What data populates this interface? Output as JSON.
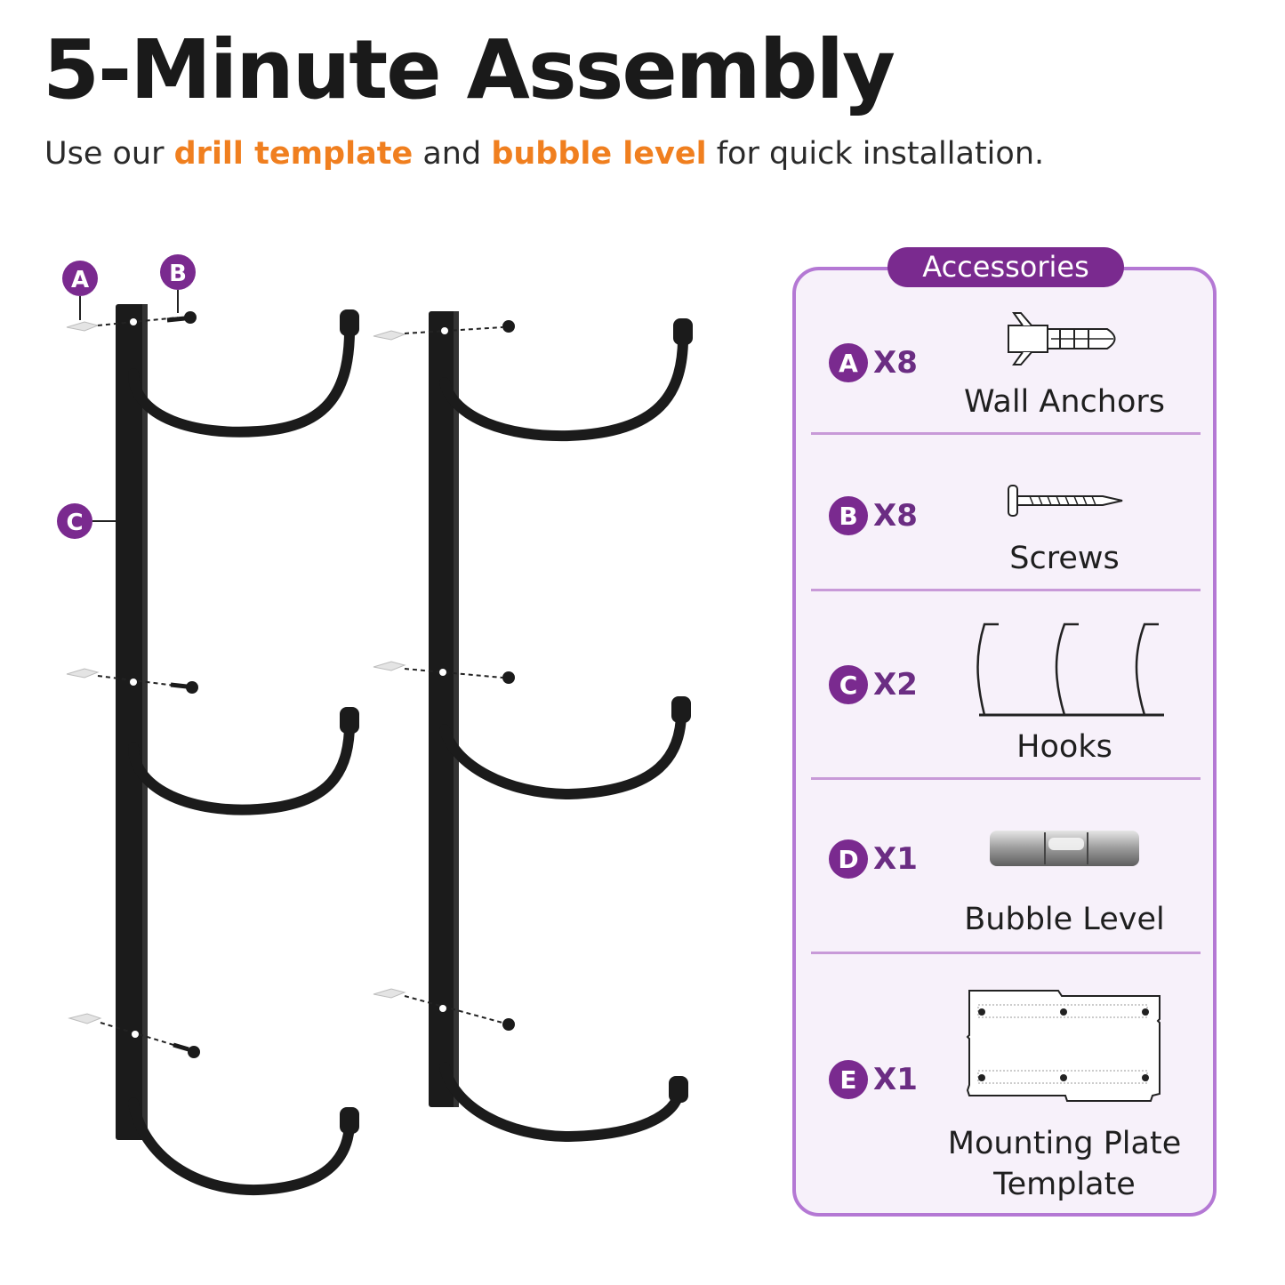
{
  "header": {
    "title": "5-Minute Assembly",
    "subtitle_pre": "Use our ",
    "subtitle_hl1": "drill template",
    "subtitle_mid": " and ",
    "subtitle_hl2": "bubble level",
    "subtitle_post": " for quick installation."
  },
  "diagram": {
    "callouts": [
      "A",
      "B",
      "C"
    ]
  },
  "accessories": {
    "title": "Accessories",
    "items": [
      {
        "letter": "A",
        "qty": "X8",
        "label": "Wall Anchors",
        "icon": "wall-anchor-icon"
      },
      {
        "letter": "B",
        "qty": "X8",
        "label": "Screws",
        "icon": "screw-icon"
      },
      {
        "letter": "C",
        "qty": "X2",
        "label": "Hooks",
        "icon": "hooks-icon"
      },
      {
        "letter": "D",
        "qty": "X1",
        "label": "Bubble Level",
        "icon": "bubble-level-icon"
      },
      {
        "letter": "E",
        "qty": "X1",
        "label_line1": "Mounting Plate",
        "label_line2": "Template",
        "icon": "mounting-template-icon"
      }
    ]
  },
  "colors": {
    "accent_orange": "#f07f1f",
    "accent_purple": "#7a2a8f",
    "panel_border": "#b478d4",
    "panel_bg": "#f7f1fa"
  }
}
